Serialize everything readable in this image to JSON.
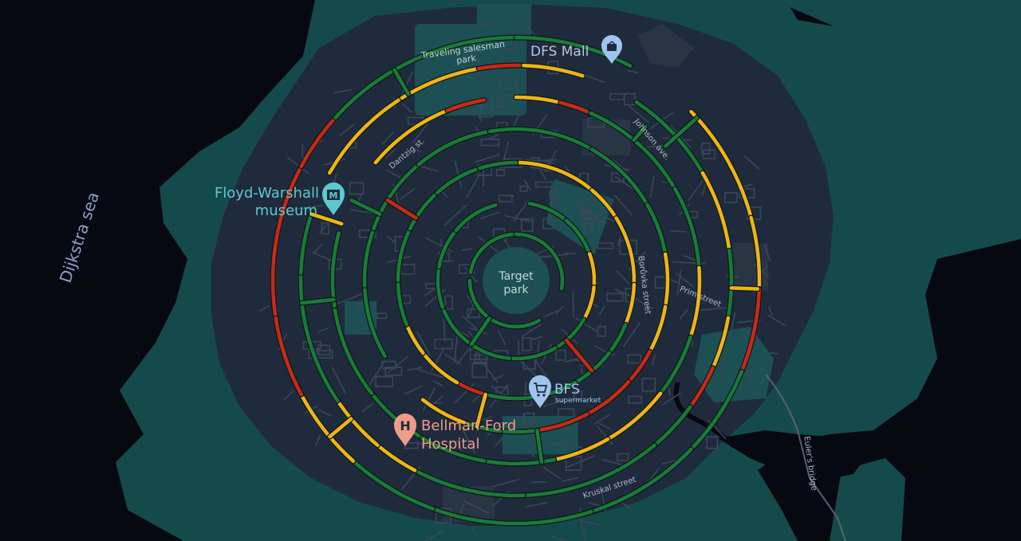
{
  "colors": {
    "ocean": "#070910",
    "land": "#1f2b3d",
    "park": "#1d5055",
    "shore": "#154a4c",
    "road": "#3a4759",
    "green": "#1a7a3a",
    "yellow": "#f0b417",
    "red": "#c7291a",
    "trafficOutline": "#0b1a12",
    "museum": "#5ec8cf",
    "mall": "#b4c6e0",
    "hospital": "#f19b8a",
    "supermarket": "#9fc4ef",
    "streetLabel": "#aeb8c8",
    "sea": "#8aa0c6"
  },
  "labels": {
    "sea": "Dijkstra sea",
    "target_park_line1": "Target",
    "target_park_line2": "park",
    "traveling_line1": "Traveling salesman",
    "traveling_line2": "park",
    "dfs_mall": "DFS Mall",
    "museum_line1": "Floyd-Warshall",
    "museum_line2": "museum",
    "hospital_line1": "Bellman-Ford",
    "hospital_line2": "Hospital",
    "hospital_glyph": "H",
    "museum_glyph": "M",
    "bfs_name": "BFS",
    "bfs_sub": "supermarket",
    "dantzig": "Dantzig st.",
    "johnson": "Johnson ave.",
    "boruvka": "Borůvka street",
    "prim": "Prim street",
    "kruskal": "Kruskal street",
    "euler": "Euler's bridge"
  },
  "icons": {
    "mall": "shopping-bag-icon",
    "museum": "museum-icon",
    "hospital": "hospital-icon",
    "supermarket": "shopping-cart-icon"
  },
  "traffic_legend": [
    "green",
    "yellow",
    "red"
  ]
}
